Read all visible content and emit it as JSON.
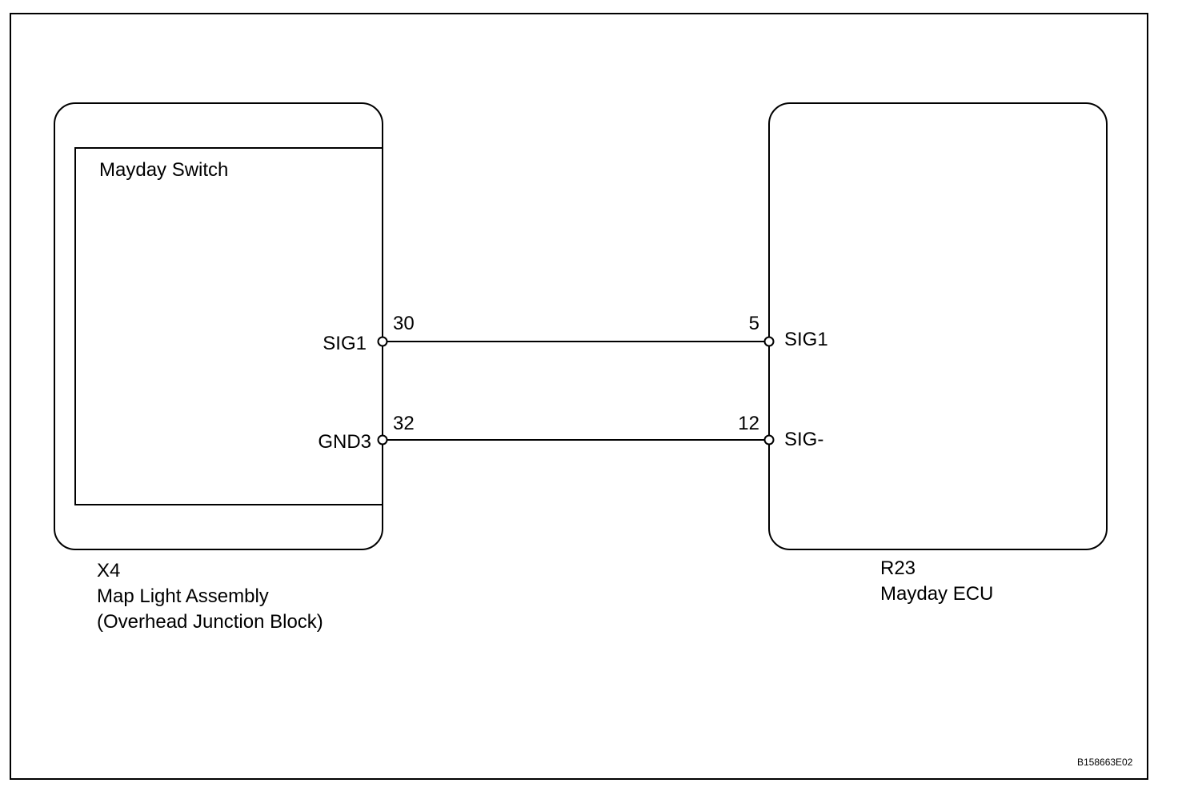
{
  "left_component": {
    "connector": "X4",
    "name": "Map Light Assembly",
    "subname": "(Overhead Junction Block)",
    "inner_label": "Mayday Switch",
    "pins": [
      {
        "number": "30",
        "signal": "SIG1"
      },
      {
        "number": "32",
        "signal": "GND3"
      }
    ]
  },
  "right_component": {
    "connector": "R23",
    "name": "Mayday ECU",
    "pins": [
      {
        "number": "5",
        "signal": "SIG1"
      },
      {
        "number": "12",
        "signal": "SIG-"
      }
    ]
  },
  "figure_id": "B158663E02"
}
